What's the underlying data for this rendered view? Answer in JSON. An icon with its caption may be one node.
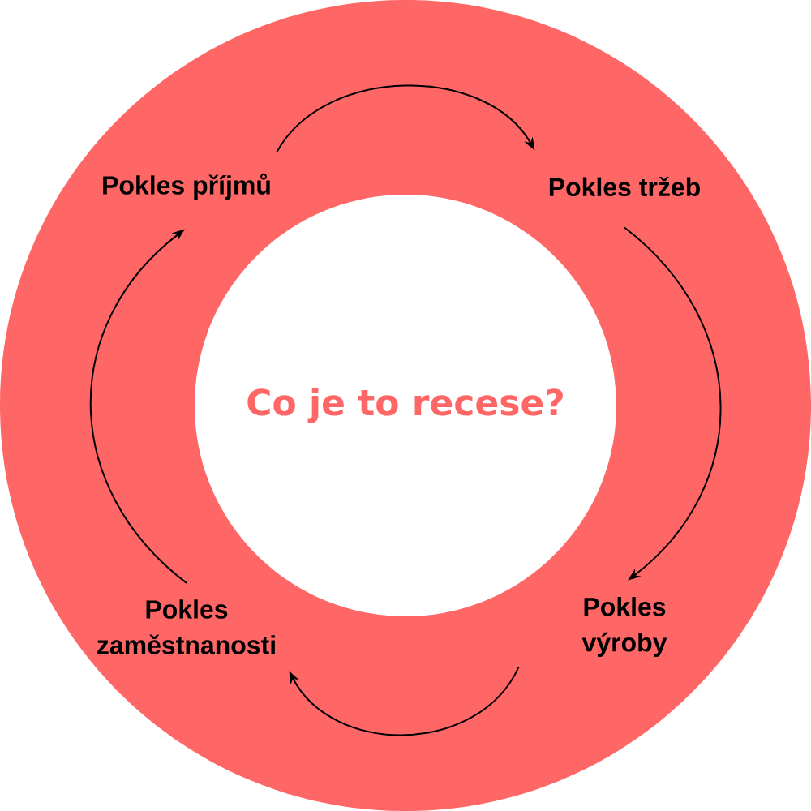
{
  "diagram": {
    "nodes": [
      {
        "text": [
          "Co je to recese?"
        ]
      },
      {
        "text": [
          "Pokles příjmů"
        ],
        "in": 0
      },
      {
        "text": [
          "Pokles tržeb"
        ],
        "in": 0
      },
      {
        "text": [
          "Pokles výroby"
        ],
        "in": 0
      },
      {
        "text": [
          "Pokles zaměstnanosti"
        ],
        "in": 0
      }
    ],
    "edges": [
      {
        "from": 1,
        "to": 2,
        "arrow": "to"
      },
      {
        "from": 2,
        "to": 3,
        "arrow": "to"
      },
      {
        "from": 3,
        "to": 4,
        "arrow": "to"
      },
      {
        "from": 4,
        "to": 1,
        "arrow": "to"
      }
    ]
  }
}
